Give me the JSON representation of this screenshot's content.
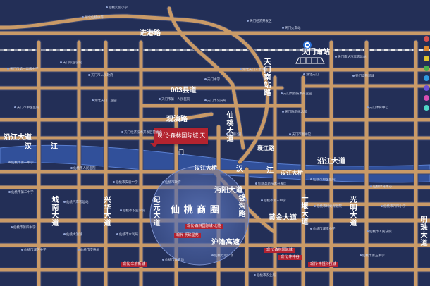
{
  "roads": {
    "jingang": "进港路",
    "road003": "003县道",
    "guanyan": "观演路",
    "tianmenbei": "天门南站路",
    "yanjiang_top": "沿江大道",
    "yanjiang_right": "沿江大道",
    "hanjiang_left": "汉",
    "hanjiang_right": "江",
    "hanjiang_mid": "汉",
    "hanjiang_mid2": "江",
    "hanjiang_bridge": "汉江大桥",
    "hanjiang_bridge2": "汉江大桥",
    "bridge_lower": "襄江路",
    "hanyangdadao": "沔阳大道",
    "huangjindadao": "黄金大道",
    "hurong": "沪渝高速",
    "chengnan": "城南大道",
    "xinghua": "兴华大道",
    "qiyi": "纪元大道",
    "yangyuan": "仙桃大道",
    "qianjiang": "钱沟路",
    "shiqiao": "十堰大道",
    "guangming": "光明大道",
    "mingzhu": "明珠大道"
  },
  "project": {
    "name": "现代·森林国际城|天门"
  },
  "station": {
    "name": "天门南站"
  },
  "district": {
    "name": "仙 桃 商 圈"
  },
  "tags": {
    "senlin_xt": "现代·森林国际城·北苑",
    "mingzhu": "现代·明珠星苑",
    "senlin_south": "现代·森林国际城",
    "chongfeng": "现代·冲冲谷",
    "huafu": "现代·华府新城",
    "zhongxin": "现代·中恒科技城"
  },
  "pois": {
    "p1": "仙桃实验小学",
    "p2": "湖北仙桃中等",
    "p3": "天门经济开发区",
    "p4": "天门火车站",
    "p5": "天门南站汽车客运站",
    "p6": "湖北天门",
    "p7": "天门市第一高级中学",
    "p8": "天门职业学院",
    "p9": "天门市人民政府",
    "p10": "天门中学",
    "p11": "天门市第一人民医院",
    "p12": "天门市公安局",
    "p13": "湖北天门人才大厦",
    "p14": "天门高新技术产业园",
    "p15": "湖北天门工业园",
    "p16": "天门市中医医院",
    "p17": "天门经济技术开发区管委会",
    "p18": "东湖公园",
    "p19": "天门陆羽纪念馆",
    "p20": "天门体育中心",
    "p21": "天门高铁新城",
    "p22": "天门市图书馆",
    "p23": "仙桃市第一中学",
    "p24": "仙桃市人民医院",
    "p25": "仙桃市实验中学",
    "p26": "仙桃市政府",
    "p27": "仙桃高新技术开发区",
    "p28": "仙桃市中医医院",
    "p29": "仙桃体育中心",
    "p30": "仙桃市第二中学",
    "p31": "仙桃汽车客运站",
    "p32": "仙桃市职业学院",
    "p33": "仙桃市第三中学",
    "p34": "仙桃市妇幼保健院",
    "p35": "仙桃市沔阳小学",
    "p36": "仙桃市第四中学",
    "p37": "仙桃大洪湖",
    "p38": "仙桃市水利局",
    "p39": "仙桃市城南小学",
    "p40": "仙桃市人民法院",
    "p41": "仙桃市城区中学",
    "p42": "仙桃市交通局",
    "p43": "仙桃市体育场",
    "p44": "仙桃万达广场",
    "p45": "仙桃市第五中学",
    "p46": "仙桃市农业局"
  },
  "colors": {
    "background": "#232f57",
    "road_fill": "#c99a67",
    "road_casing": "#3a4670",
    "river": "#31509a",
    "river_edge": "#5a7fd0",
    "project_tag": "#b3232f",
    "district_circle": "#4a63a8",
    "rail": "#e8e8e8"
  }
}
